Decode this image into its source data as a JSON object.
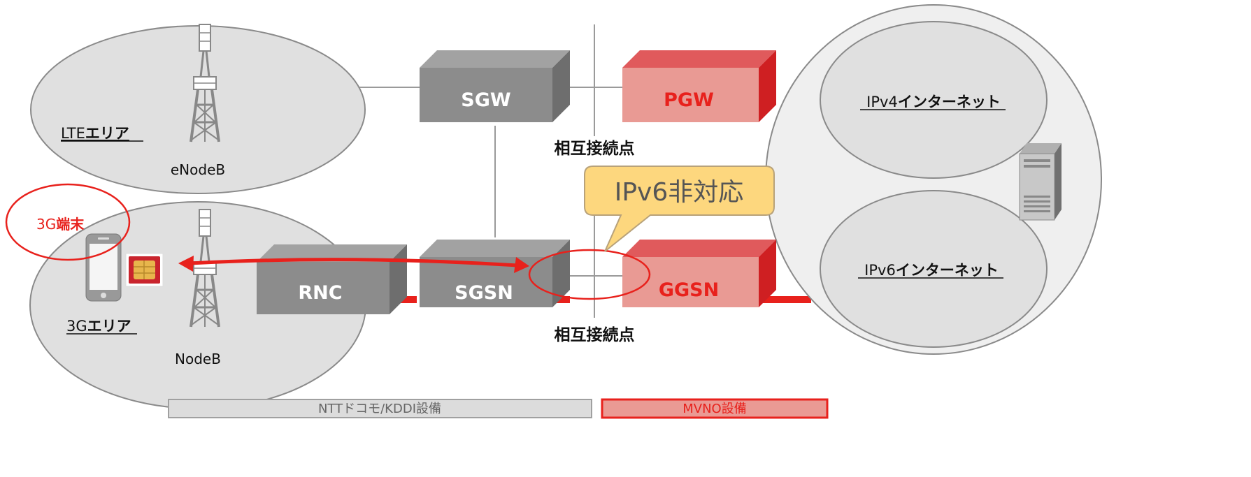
{
  "areas": {
    "lte": {
      "prefix": "LTE",
      "suffix": "エリア",
      "station": "eNodeB"
    },
    "threeg": {
      "prefix": "3G",
      "suffix": "エリア",
      "station": "NodeB"
    },
    "terminal": {
      "prefix": "3G",
      "suffix": "端末"
    }
  },
  "nodes": {
    "sgw": "SGW",
    "pgw": "PGW",
    "rnc": "RNC",
    "sgsn": "SGSN",
    "ggsn": "GGSN"
  },
  "interconnect": {
    "upper": "相互接続点",
    "lower": "相互接続点"
  },
  "callout": "IPv6非対応",
  "internet": {
    "ipv4": {
      "prefix": "IPv4",
      "suffix": "インターネット"
    },
    "ipv6": {
      "prefix": "IPv6",
      "suffix": "インターネット"
    }
  },
  "legend": {
    "carrier": "NTTドコモ/KDDI設備",
    "mvno": "MVNO設備"
  },
  "colors": {
    "gray_box": "#8c8c8c",
    "red_box": "#e99a94",
    "red_accent": "#e8211c",
    "area_fill": "#e0e0e0",
    "callout_fill": "#fdd77e"
  }
}
